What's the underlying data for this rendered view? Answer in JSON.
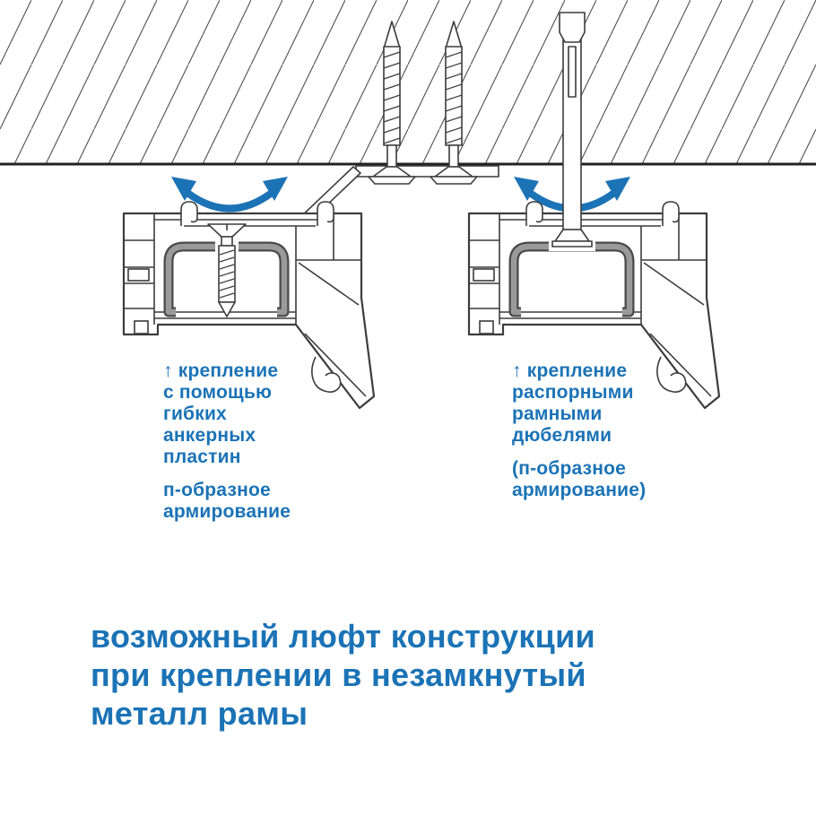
{
  "palette": {
    "accent": "#1b73b6",
    "line": "#3c3c3c",
    "steel": "#9a9a9a",
    "steelEdge": "#4a4a4a",
    "wall": "#222222",
    "bg": "#ffffff"
  },
  "diagram": {
    "parts": {
      "wall": "wall-section-hatch",
      "anchor_plate": "flexible-anchor-plate",
      "wall_screws": "mounting-screws",
      "dowel": "expansion-frame-dowel",
      "frame_left": "pvc-frame-profile",
      "frame_right": "pvc-frame-profile",
      "reinforcement": "u-shaped-steel-reinforcement",
      "arrows": "swing-play-arrow"
    },
    "left_caption": {
      "lines": [
        "↑ крепление",
        "с помощью",
        "гибких",
        "анкерных",
        "пластин"
      ],
      "sub_lines": [
        "п-образное",
        "армирование"
      ]
    },
    "right_caption": {
      "lines": [
        "↑ крепление",
        "распорными",
        "рамными",
        "дюбелями"
      ],
      "sub_lines": [
        "(п-образное",
        "армирование)"
      ]
    }
  },
  "title": {
    "lines": [
      "возможный люфт конструкции",
      "при креплении в незамкнутый",
      "металл рамы"
    ]
  }
}
